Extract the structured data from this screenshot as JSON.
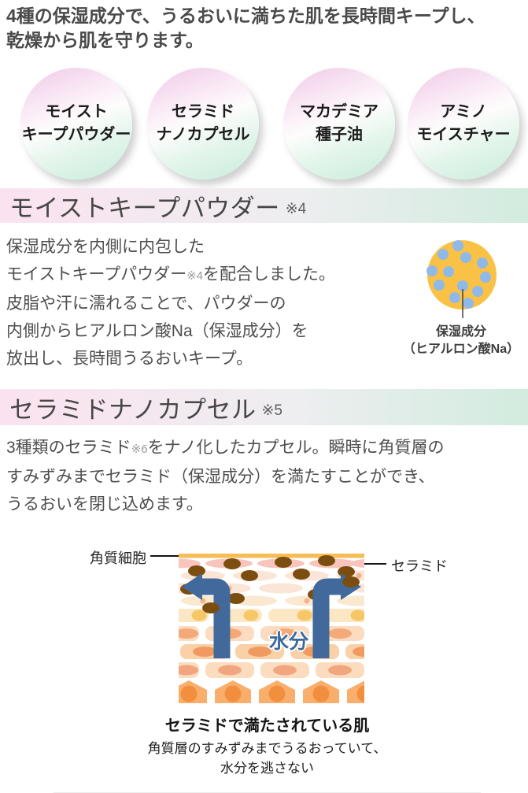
{
  "intro": {
    "heading": "4種の保湿成分で、うるおいに満ちた肌を長時間キープし、\n乾燥から肌を守ります。"
  },
  "ingredients": {
    "circles": [
      {
        "label": "モイスト\nキープパウダー"
      },
      {
        "label": "セラミド\nナノカプセル"
      },
      {
        "label": "マカデミア\n種子油"
      },
      {
        "label": "アミノ\nモイスチャー"
      }
    ],
    "circle_gradient_top": "#f2cfe9",
    "circle_gradient_bottom": "#cbeede"
  },
  "header_gradient": {
    "left": "#fbe2f0",
    "right": "#d2ecdf"
  },
  "moist_keep_section": {
    "header": {
      "title": "モイストキープパウダー",
      "ref": "※4"
    },
    "body": {
      "pre": "保湿成分を内側に内包した\nモイストキープパウダー",
      "ref": "※4",
      "post": "を配合しました。\n皮脂や汗に濡れることで、パウダーの\n内側からヒアルロン酸Na（保湿成分）を\n放出し、長時間うるおいキープ。"
    },
    "figure": {
      "label": "保湿成分\n（ヒアルロン酸Na）",
      "ball_color": "#f9c145",
      "dot_color": "#8fb9e9"
    }
  },
  "ceramide_section": {
    "header": {
      "title": "セラミドナノカプセル",
      "ref": "※5"
    },
    "body": {
      "pre": "3種類のセラミド",
      "ref": "※6",
      "post": "をナノ化したカプセル。瞬時に角質層の\nすみずみまでセラミド（保湿成分）を満たすことができ、\nうるおいを閉じ込めます。"
    },
    "figure": {
      "label_left": "角質細胞",
      "label_right": "セラミド",
      "label_moisture": "水分",
      "caption": "セラミドで満たされている肌",
      "subcaption": "角質層のすみずみまでうるおっていて、\n水分を逃さない",
      "arrow_color": "#41699c",
      "surface_bar_color": "#f6bc55",
      "ceramide_dot_color": "#7b4e10",
      "pentagon_cell_color": "#f9ae6b"
    }
  }
}
